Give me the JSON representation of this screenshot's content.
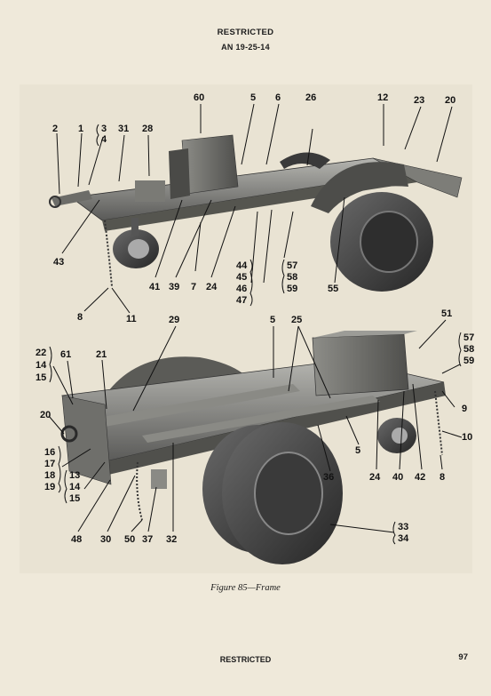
{
  "header": {
    "classification": "RESTRICTED",
    "doc_number": "AN 19-25-14"
  },
  "caption": "Figure 85—Frame",
  "footer": {
    "classification": "RESTRICTED",
    "page_number": "97"
  },
  "top_callouts": {
    "c60": "60",
    "c5": "5",
    "c6": "6",
    "c26": "26",
    "c12": "12",
    "c23": "23",
    "c20": "20",
    "c2": "2",
    "c1": "1",
    "c3": "3",
    "c4": "4",
    "c31": "31",
    "c28": "28",
    "c43": "43",
    "c41": "41",
    "c39": "39",
    "c7": "7",
    "c24": "24",
    "c44": "44",
    "c45": "45",
    "c46": "46",
    "c47": "47",
    "c57": "57",
    "c58": "58",
    "c59": "59",
    "c55": "55",
    "c8": "8",
    "c11": "11"
  },
  "bottom_callouts": {
    "c29": "29",
    "c5a": "5",
    "c25": "25",
    "c51": "51",
    "c57": "57",
    "c58": "58",
    "c59": "59",
    "c22": "22",
    "c14": "14",
    "c15": "15",
    "c61": "61",
    "c21": "21",
    "c9": "9",
    "c10": "10",
    "c20": "20",
    "c16": "16",
    "c17": "17",
    "c18": "18",
    "c19": "19",
    "c13": "13",
    "c14b": "14",
    "c15b": "15",
    "c5b": "5",
    "c36": "36",
    "c24": "24",
    "c40": "40",
    "c42": "42",
    "c8": "8",
    "c48": "48",
    "c30": "30",
    "c50": "50",
    "c37": "37",
    "c32": "32",
    "c33": "33",
    "c34": "34"
  }
}
